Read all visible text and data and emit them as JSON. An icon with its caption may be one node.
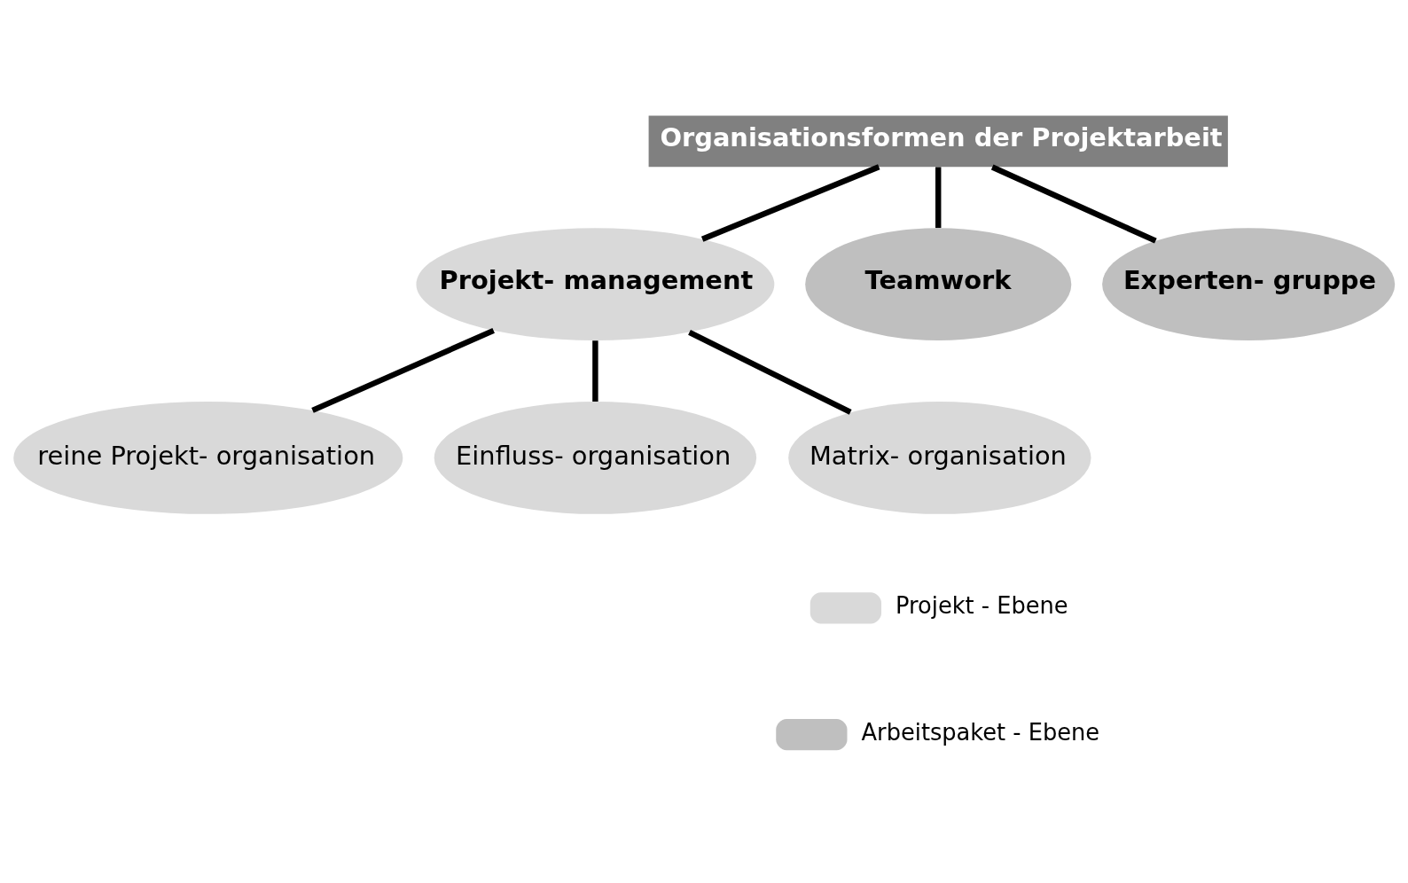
{
  "diagram": {
    "nodes": [
      {
        "text": [
          "Organisationsformen der Projektarbeit"
        ]
      },
      {
        "text": [
          "Projekt- management"
        ]
      },
      {
        "text": [
          "Teamwork"
        ]
      },
      {
        "text": [
          "Experten- gruppe"
        ]
      },
      {
        "text": [
          "reine Projekt- organisation"
        ]
      },
      {
        "text": [
          "Einfluss- organisation"
        ]
      },
      {
        "text": [
          "Matrix- organisation"
        ]
      }
    ],
    "edges": [
      {
        "from": 0,
        "to": 1,
        "arrow": "none"
      },
      {
        "from": 0,
        "to": 2,
        "arrow": "none"
      },
      {
        "from": 0,
        "to": 3,
        "arrow": "none"
      },
      {
        "from": 1,
        "to": 4,
        "arrow": "none"
      },
      {
        "from": 1,
        "to": 5,
        "arrow": "none"
      },
      {
        "from": 1,
        "to": 6,
        "arrow": "none"
      }
    ],
    "legend": [
      {
        "text": "Projekt - Ebene",
        "color": "#d9d9d9"
      },
      {
        "text": "Arbeitspaket - Ebene",
        "color": "#bfbfbf"
      }
    ]
  }
}
